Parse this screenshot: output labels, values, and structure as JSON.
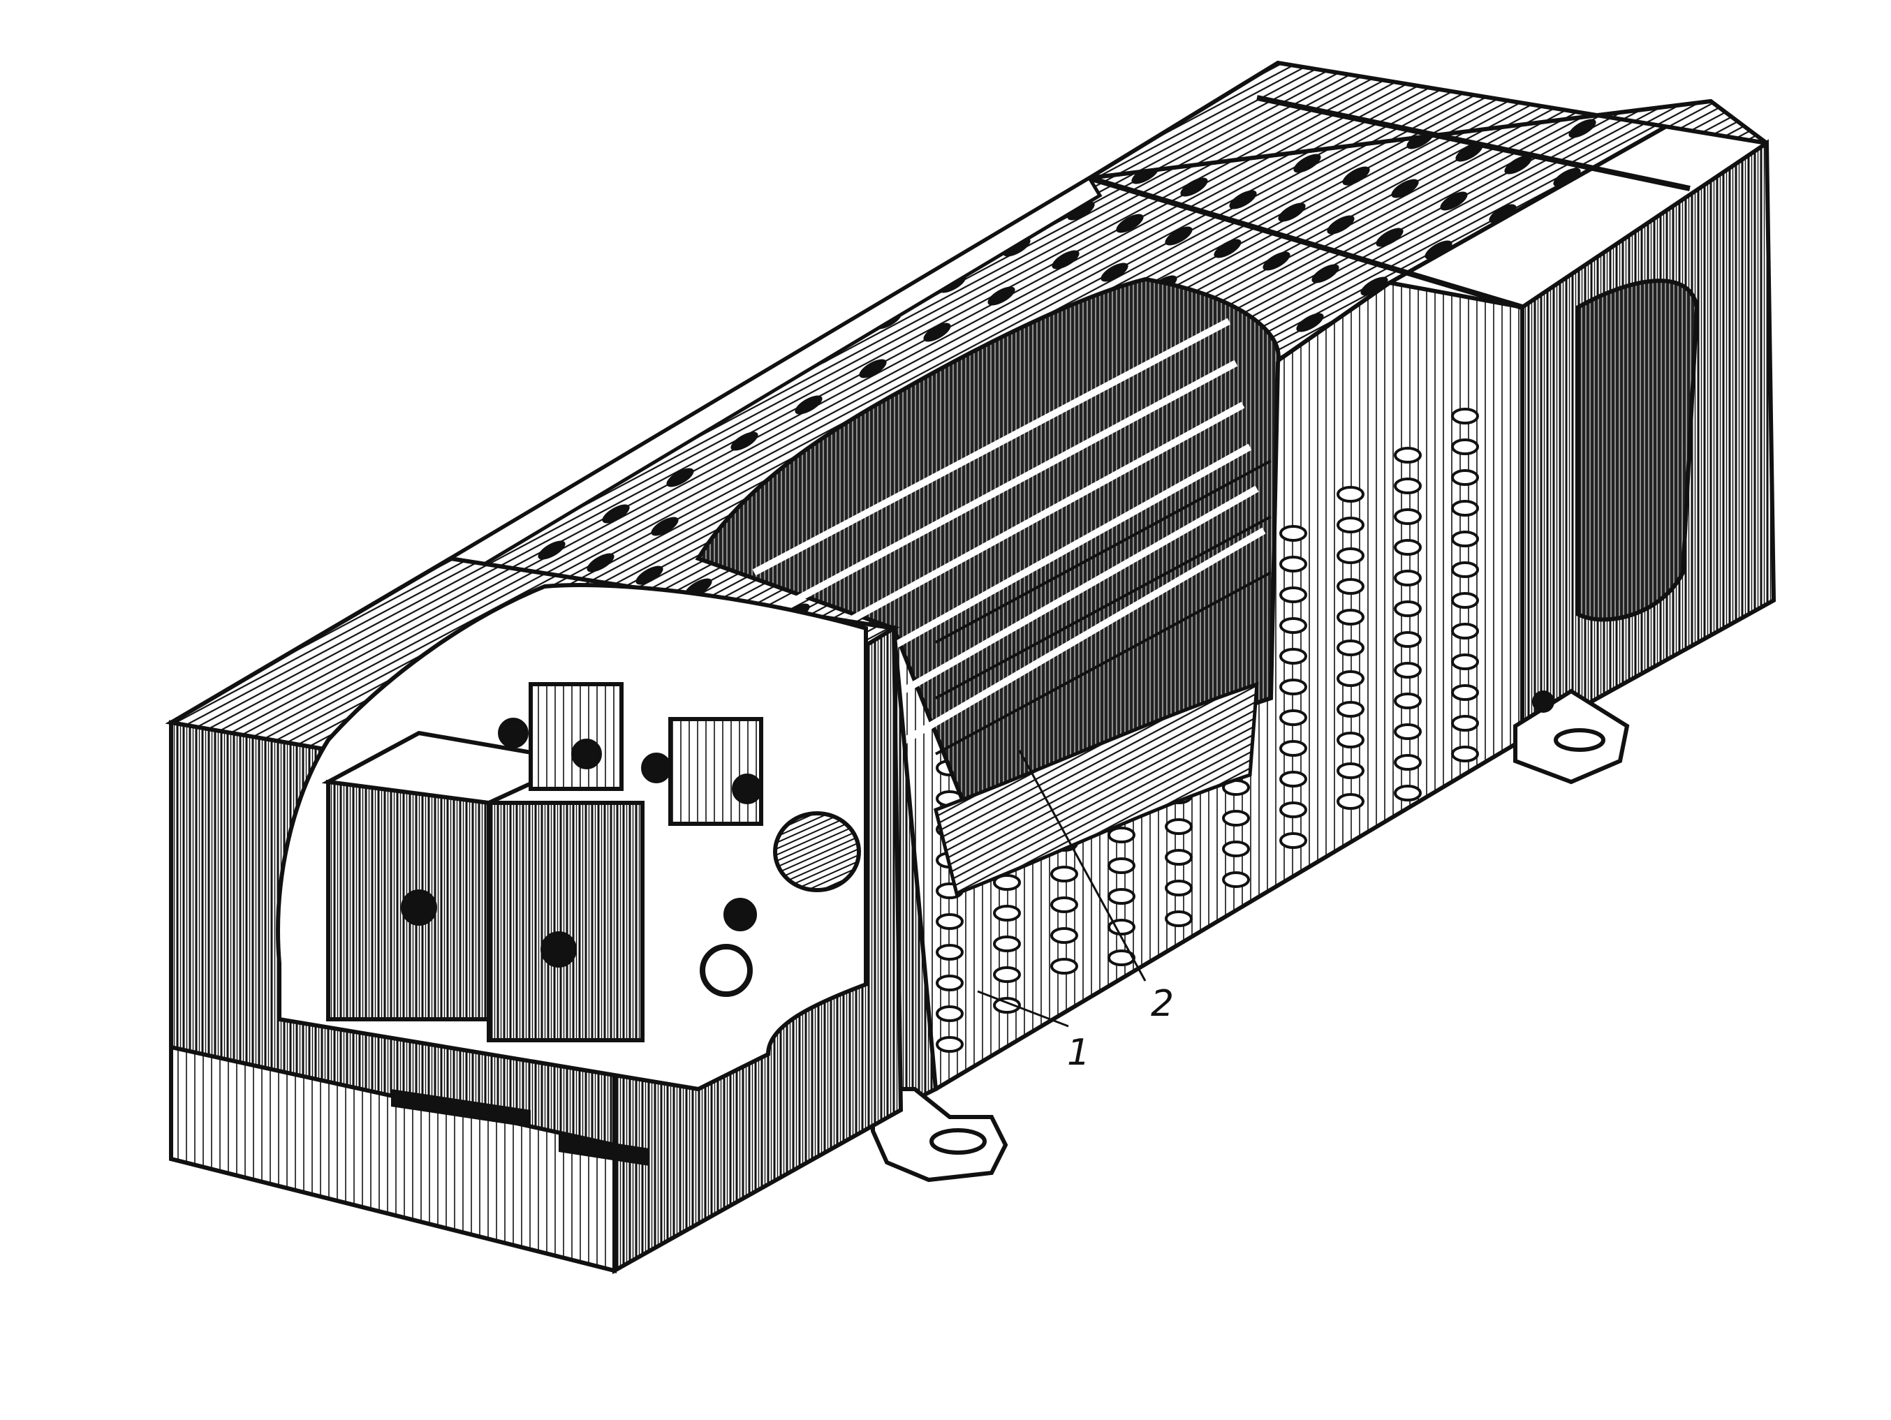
{
  "figure": {
    "subject": "resistor-box-cutaway",
    "callouts": [
      {
        "id": "callout-1",
        "label": "1"
      },
      {
        "id": "callout-2",
        "label": "2"
      }
    ]
  },
  "colors": {
    "ink": "#111111",
    "paper": "#ffffff"
  }
}
